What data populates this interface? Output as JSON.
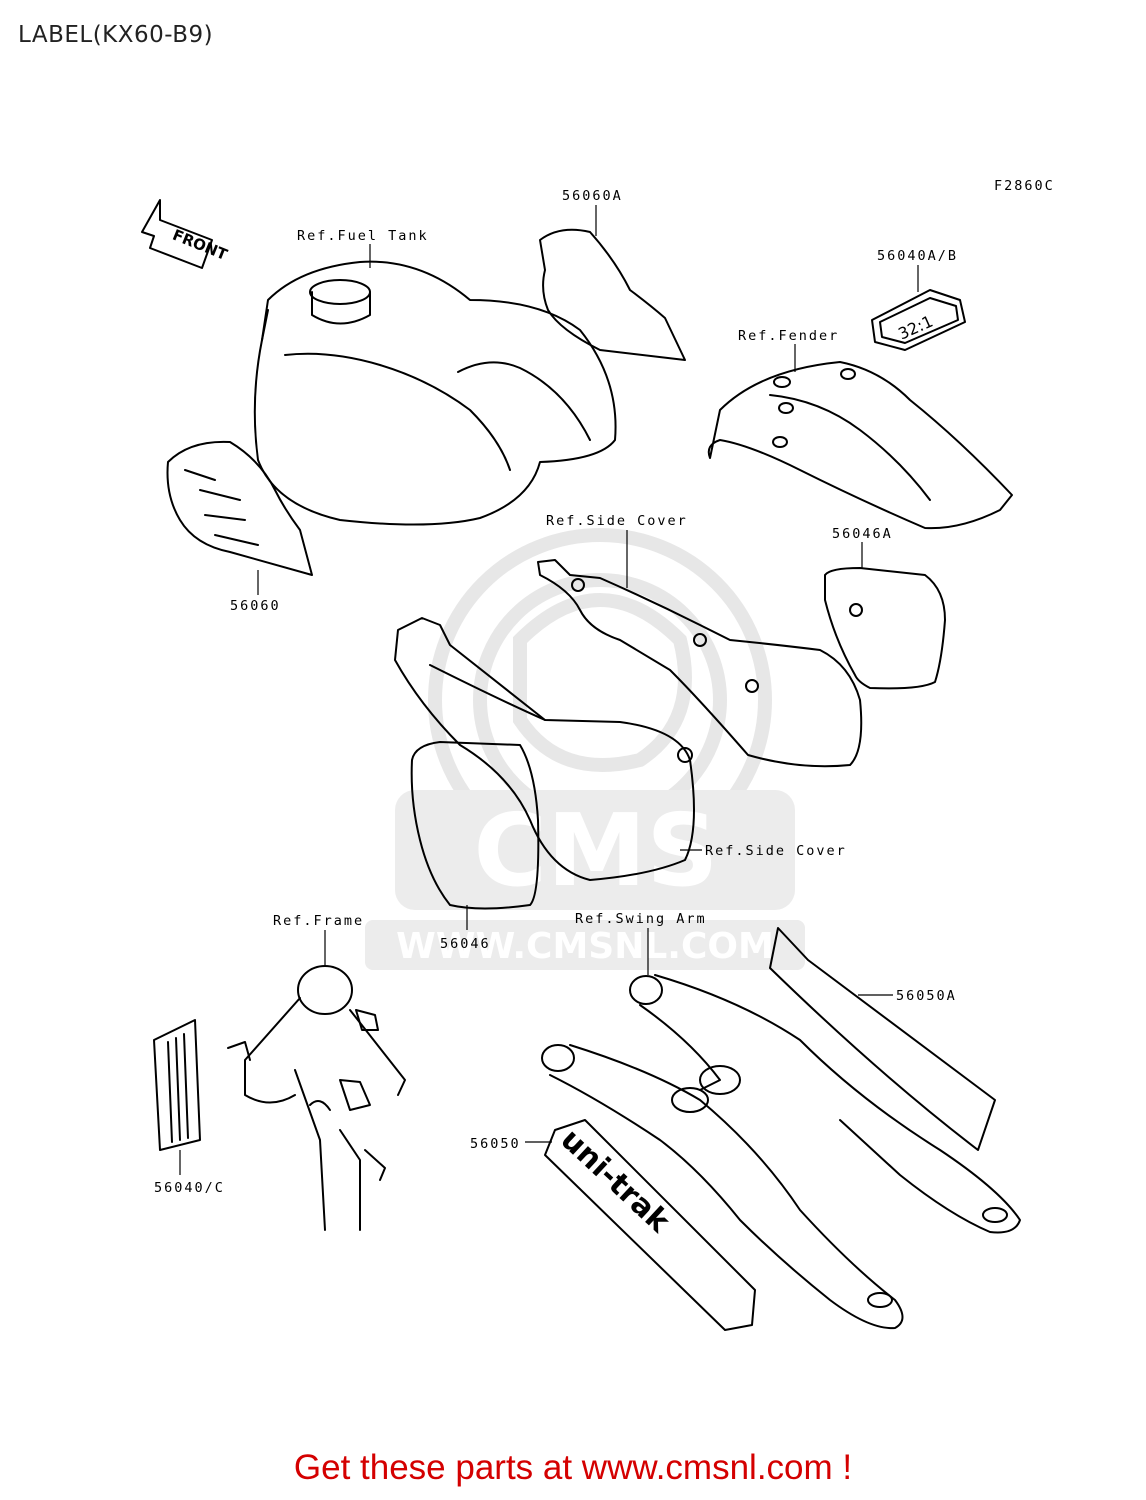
{
  "title": "LABEL(KX60-B9)",
  "figure_code": "F2860C",
  "front_label": "FRONT",
  "labels": {
    "fuel_tank": "Ref.Fuel Tank",
    "p56060A": "56060A",
    "p56040AB": "56040A/B",
    "decal_32": "32:1",
    "fender": "Ref.Fender",
    "side_cover_top": "Ref.Side Cover",
    "p56046A": "56046A",
    "p56060": "56060",
    "side_cover_right": "Ref.Side Cover",
    "frame": "Ref.Frame",
    "p56046": "56046",
    "swing_arm": "Ref.Swing Arm",
    "p56050A": "56050A",
    "p56050": "56050",
    "p56040C": "56040/C",
    "uni_trak": "uni-trak"
  },
  "watermark": {
    "brand": "CMS",
    "url": "WWW.CMSNL.COM"
  },
  "footer": "Get these parts at www.cmsnl.com !"
}
